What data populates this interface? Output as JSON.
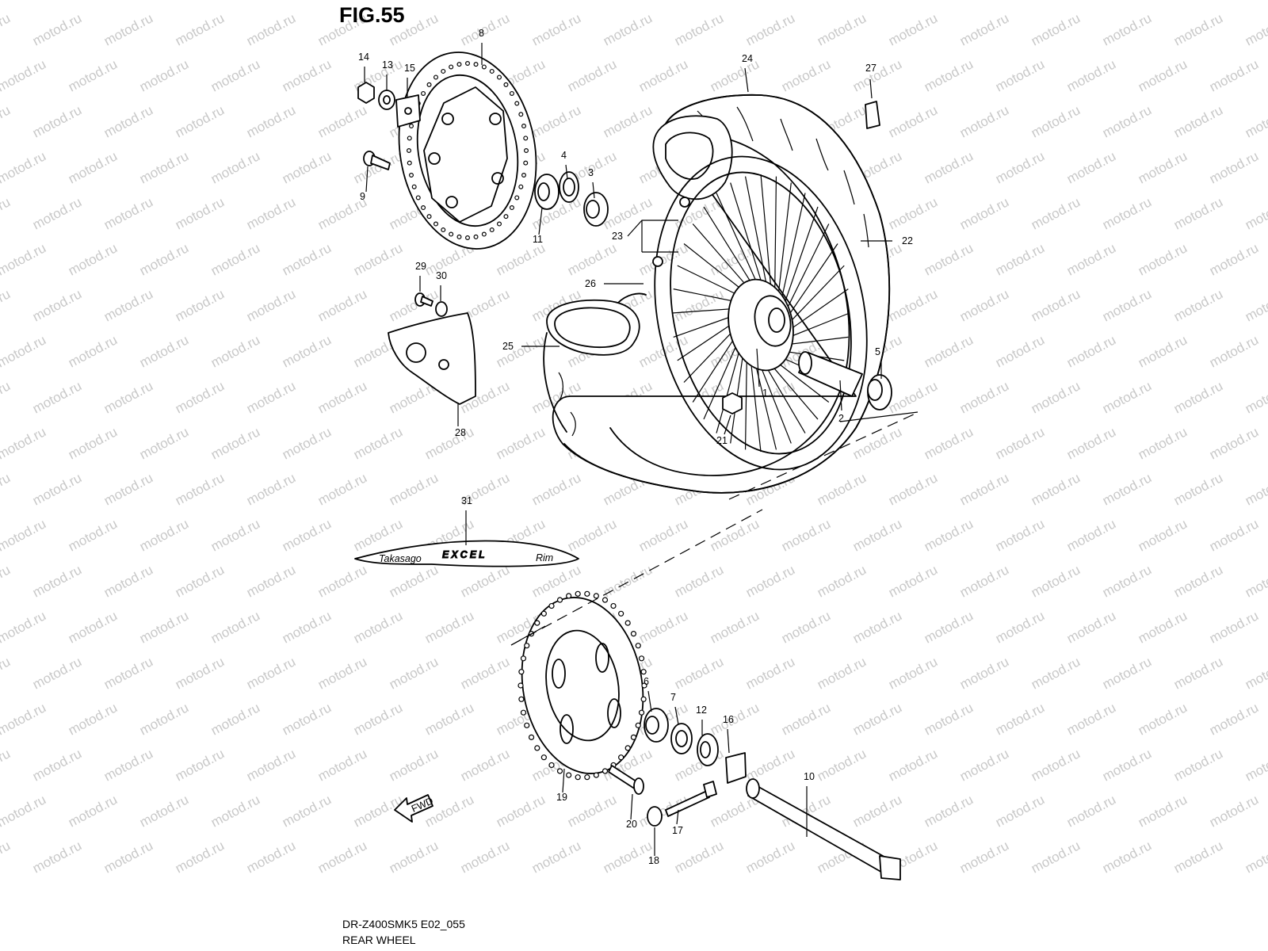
{
  "figure": {
    "title": "FIG.55",
    "model_code": "DR-Z400SMK5 E02_055",
    "caption": "REAR WHEEL"
  },
  "watermark": "motod.ru",
  "rim_decal": {
    "brand": "Takasago",
    "name": "EXCEL",
    "suffix": "Rim"
  },
  "direction_marker": "FWD",
  "callouts": [
    "1",
    "2",
    "3",
    "4",
    "5",
    "6",
    "7",
    "8",
    "9",
    "10",
    "11",
    "12",
    "13",
    "14",
    "15",
    "16",
    "17",
    "18",
    "19",
    "20",
    "21",
    "22",
    "23",
    "24",
    "25",
    "26",
    "27",
    "28",
    "29",
    "30",
    "31"
  ],
  "colors": {
    "ink": "#000000",
    "watermark": "#c8c8c8",
    "background": "#ffffff"
  }
}
